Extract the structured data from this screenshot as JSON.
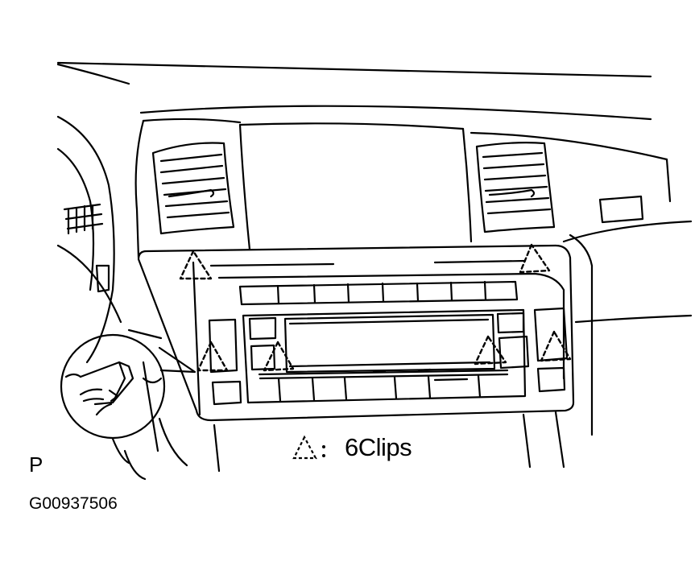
{
  "legend": {
    "symbol": "dashed-triangle-clip-marker",
    "separator": ":",
    "text": "6Clips"
  },
  "view_letter": "P",
  "figure_code": "G00937506",
  "colors": {
    "line": "#000000",
    "background": "#ffffff"
  }
}
